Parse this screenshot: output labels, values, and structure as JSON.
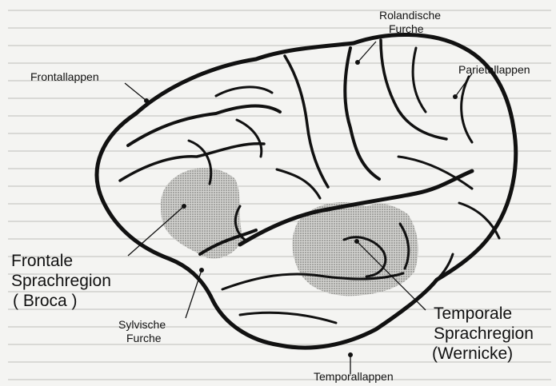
{
  "diagram": {
    "labels": {
      "rolandische_furche": [
        "Rolandische",
        "Furche"
      ],
      "frontallappen": "Frontallappen",
      "parietallappen": "Parietallappen",
      "frontale_sprachregion": [
        "Frontale",
        "Sprachregion",
        "( Broca )"
      ],
      "sylvische_furche": [
        "Sylvische",
        "Furche"
      ],
      "temporale_sprachregion": [
        "Temporale",
        "Sprachregion",
        "(Wernicke)"
      ],
      "temporallappen": "Temporallappen"
    },
    "colors": {
      "background": "#f4f4f2",
      "outline": "#111111",
      "shaded_region": "#b9b9b7",
      "background_text": "#c9c9c6"
    }
  }
}
